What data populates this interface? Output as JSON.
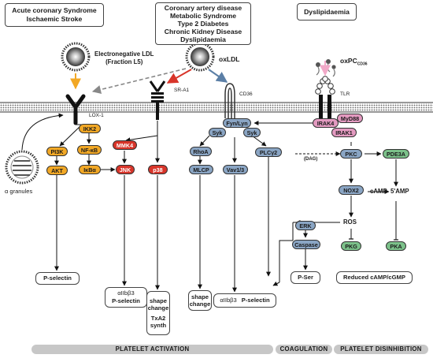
{
  "top_boxes": {
    "left": [
      "Acute coronary Syndrome",
      "Ischaemic Stroke"
    ],
    "middle": [
      "Coronary artery disease",
      "Metabolic Syndrome",
      "Type 2 Diabetes",
      "Chronic Kidney Disease",
      "Dyslipidaemia"
    ],
    "right": [
      "Dyslipidaemia"
    ]
  },
  "ligands": {
    "l5": [
      "Electronegative LDL",
      "(Fraction L5)"
    ],
    "oxldl": "oxLDL",
    "oxpc": "oxPC",
    "oxpc_sub": "CD36"
  },
  "receptors": {
    "lox1": "LOX-1",
    "sra1": "SR-A1",
    "cd36": "CD36",
    "tlr": "TLR"
  },
  "alpha_granules": "α granules",
  "nodes": {
    "ikk2": "IKK2",
    "pi3k": "PI3K",
    "nfkb": "NF-κB",
    "akt": "AKT",
    "ikba": "IκBα",
    "mmk4": "MMK4",
    "jnk": "JNK",
    "p38": "p38",
    "fynlyn": "Fyn/Lyn",
    "syk1": "Syk",
    "syk2": "Syk",
    "rhoa": "RhoA",
    "mlcp": "MLCP",
    "vav": "Vav1/3",
    "plcg2": "PLCγ2",
    "dag": "(DAG)",
    "irak4": "IRAK4",
    "myd88": "MyD88",
    "irak1": "IRAK1",
    "pkc": "PKC",
    "pde3a": "PDE3A",
    "nox2": "NOX2",
    "camp": "cAMP",
    "amp5": "5'AMP",
    "ros": "ROS",
    "erk": "ERK",
    "caspase": "Caspase",
    "pkg": "PKG",
    "pka": "PKA"
  },
  "outputs": {
    "pselectin1": "P-selectin",
    "integrin1_label": "αIIbβ3",
    "integrin1_text": "P-selectin",
    "shape1": [
      "shape",
      "change"
    ],
    "txa2": [
      "TxA2",
      "synth"
    ],
    "shape2": [
      "shape",
      "change"
    ],
    "integrin2_label": "αIIbβ3",
    "integrin2_text": "P-selectin",
    "pser": "P-Ser",
    "reduced": "Reduced cAMP/cGMP"
  },
  "footer": {
    "activation": "PLATELET ACTIVATION",
    "coagulation": "COAGULATION",
    "disinhibition": "PLATELET DISINHIBITION"
  },
  "colors": {
    "orange": "#f2a825",
    "red": "#d8352a",
    "blue": "#8aa5c4",
    "green": "#7cc18a",
    "pink": "#e39ac0",
    "membrane": "#cfcfcf"
  }
}
